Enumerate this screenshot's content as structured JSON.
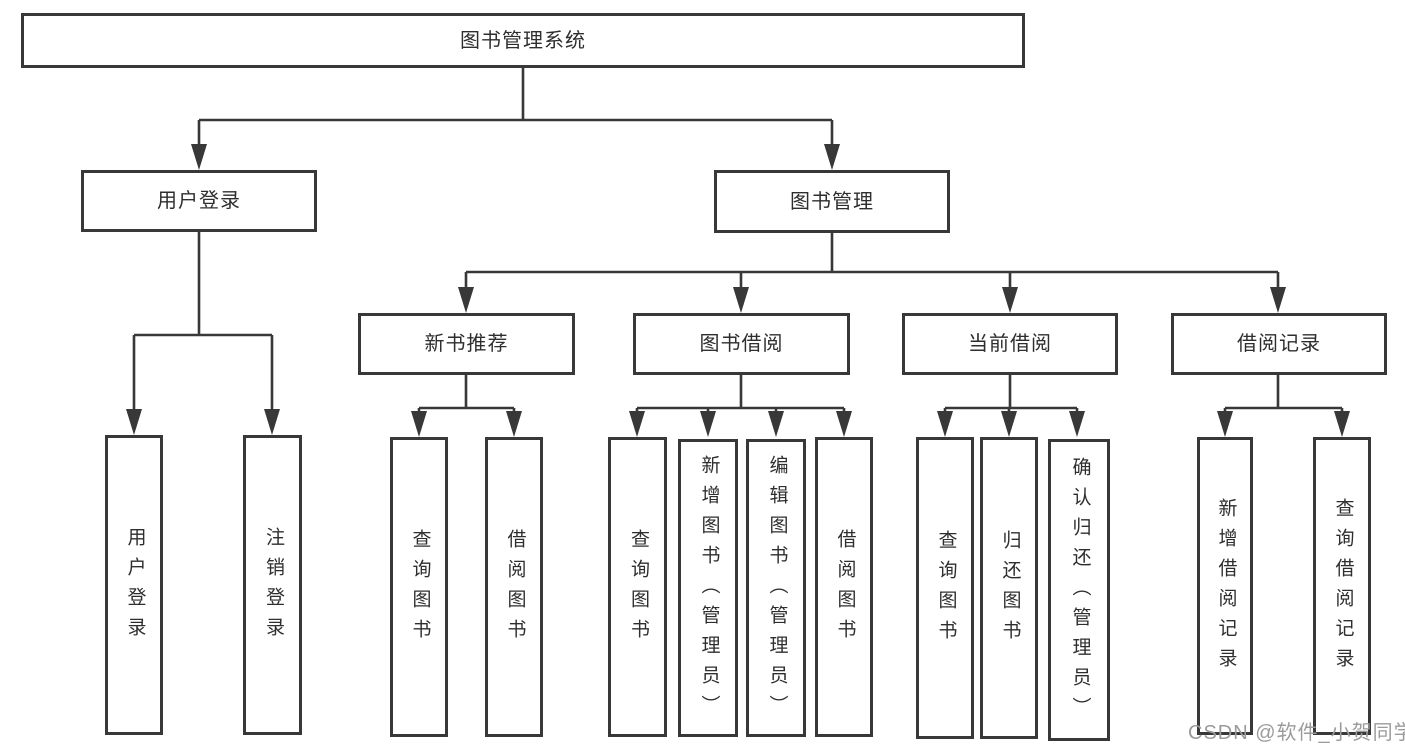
{
  "tree": {
    "label": "图书管理系统",
    "children": [
      {
        "label": "用户登录",
        "children": [
          {
            "label": "用户登录"
          },
          {
            "label": "注销登录"
          }
        ]
      },
      {
        "label": "图书管理",
        "children": [
          {
            "label": "新书推荐",
            "children": [
              {
                "label": "查询图书"
              },
              {
                "label": "借阅图书"
              }
            ]
          },
          {
            "label": "图书借阅",
            "children": [
              {
                "label": "查询图书"
              },
              {
                "label": "新增图书（管理员）"
              },
              {
                "label": "编辑图书（管理员）"
              },
              {
                "label": "借阅图书"
              }
            ]
          },
          {
            "label": "当前借阅",
            "children": [
              {
                "label": "查询图书"
              },
              {
                "label": "归还图书"
              },
              {
                "label": "确认归还（管理员）"
              }
            ]
          },
          {
            "label": "借阅记录",
            "children": [
              {
                "label": "新增借阅记录"
              },
              {
                "label": "查询借阅记录"
              }
            ]
          }
        ]
      }
    ]
  },
  "watermark": {
    "text": "CSDN @软件_小贺同学"
  },
  "colors": {
    "line": "#383838",
    "box_border": "#383838",
    "text": "#2e2e2e",
    "watermark": "#9b9b9b",
    "background": "#ffffff"
  }
}
